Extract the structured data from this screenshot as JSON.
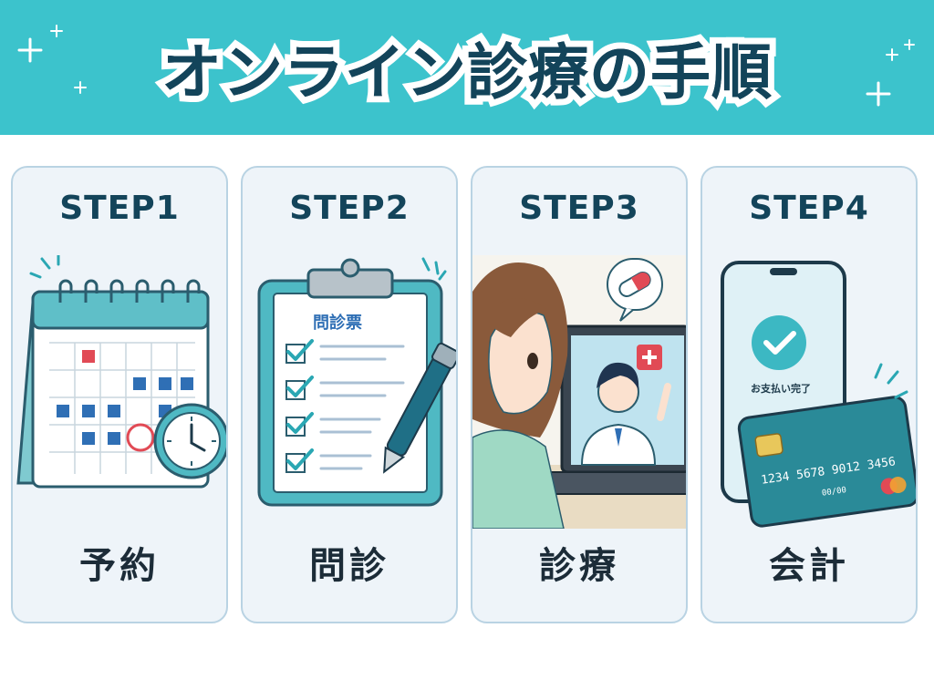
{
  "header": {
    "title": "オンライン診療の手順"
  },
  "steps": [
    {
      "step": "STEP1",
      "name": "予約",
      "icon": "calendar-clock-icon"
    },
    {
      "step": "STEP2",
      "name": "問診",
      "icon": "clipboard-pen-icon",
      "sheet_title": "問診票"
    },
    {
      "step": "STEP3",
      "name": "診療",
      "icon": "video-consultation-icon"
    },
    {
      "step": "STEP4",
      "name": "会計",
      "icon": "smartphone-credit-card-icon",
      "phone_text": "お支払い完了",
      "card_number": "1234 5678 9012 3456",
      "card_expiry": "00/00"
    }
  ],
  "colors": {
    "banner": "#3cc3cc",
    "title": "#13445a",
    "card_bg": "#eef4f9",
    "card_border": "#b9d3e3",
    "accent": "#2a8f9c",
    "red": "#e14a55",
    "blue": "#2f6fb5"
  }
}
